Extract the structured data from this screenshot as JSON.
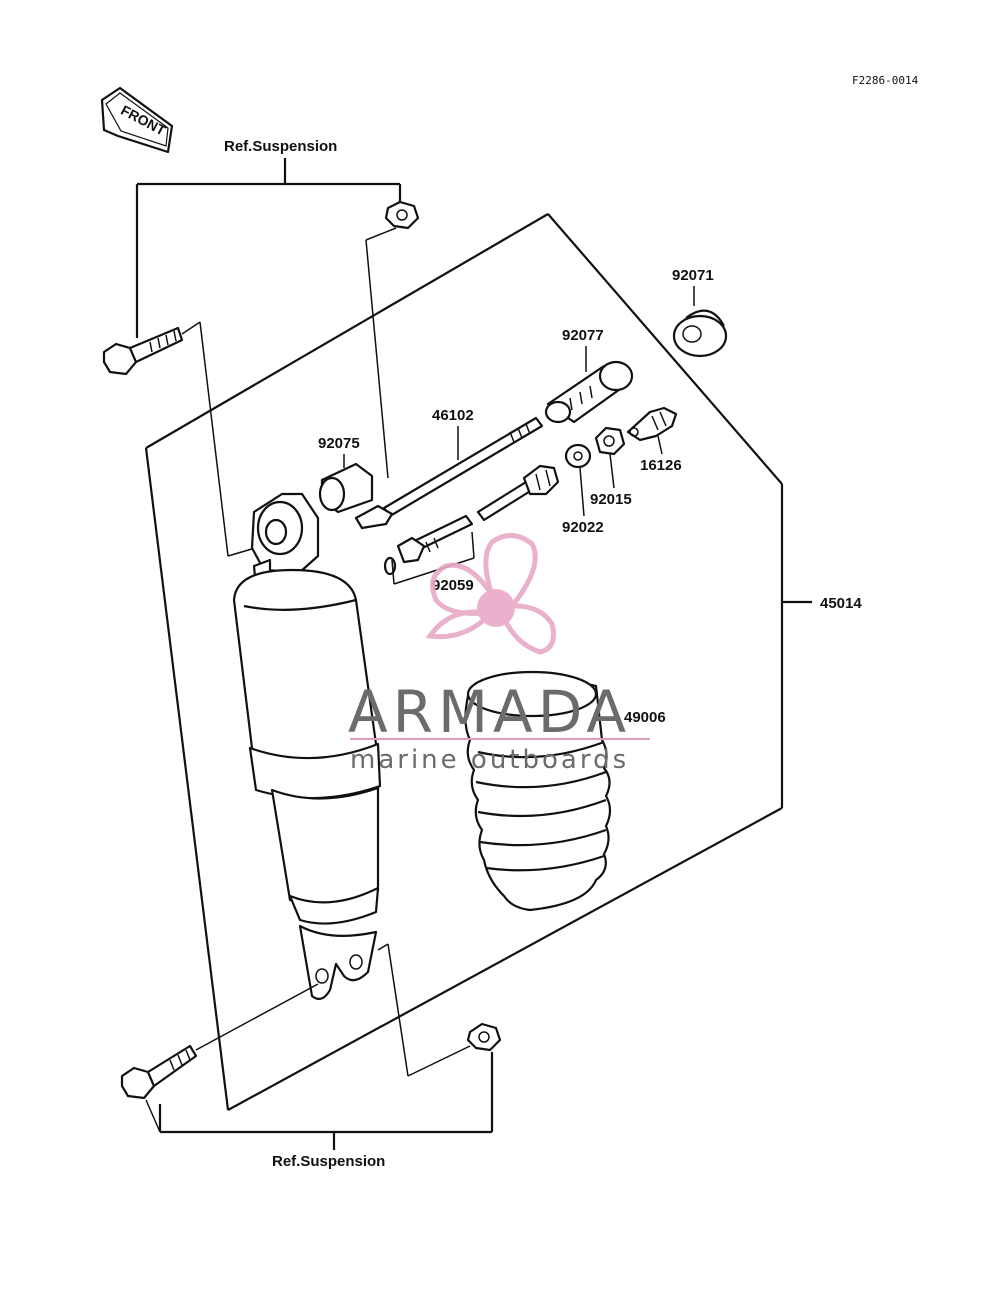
{
  "diagram_code": "F2286-0014",
  "front_label": "FRONT",
  "ref_top": "Ref.Suspension",
  "ref_bottom": "Ref.Suspension",
  "parts": {
    "p92071": "92071",
    "p92077": "92077",
    "p46102": "46102",
    "p92075": "92075",
    "p16126": "16126",
    "p92015": "92015",
    "p92022": "92022",
    "p92059": "92059",
    "p45014": "45014",
    "p49006": "49006"
  },
  "watermark": {
    "brand": "ARMADA",
    "tagline": "marine outboards",
    "colors": {
      "logo": "#e7a9c6",
      "logo_center": "#e9a8c6",
      "text": "#6b6b6b",
      "rule": "#e39bbd"
    }
  }
}
